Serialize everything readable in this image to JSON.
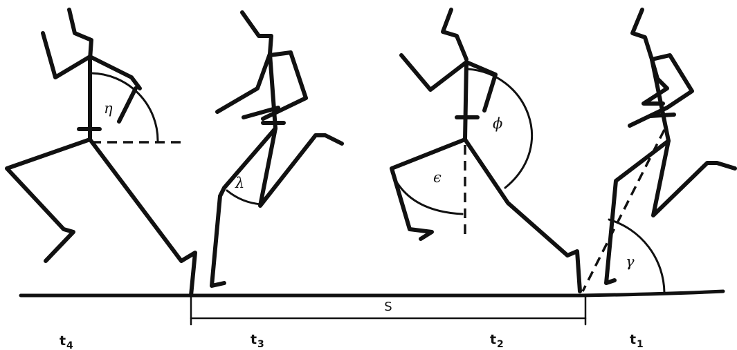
{
  "angle_labels": {
    "eta": "η",
    "lambda": "λ",
    "epsilon": "ϵ",
    "phi": "ϕ",
    "gamma": "γ"
  },
  "distance_label": "S",
  "time_labels": [
    {
      "base": "t",
      "sub": "4"
    },
    {
      "base": "t",
      "sub": "3"
    },
    {
      "base": "t",
      "sub": "2"
    },
    {
      "base": "t",
      "sub": "1"
    }
  ]
}
